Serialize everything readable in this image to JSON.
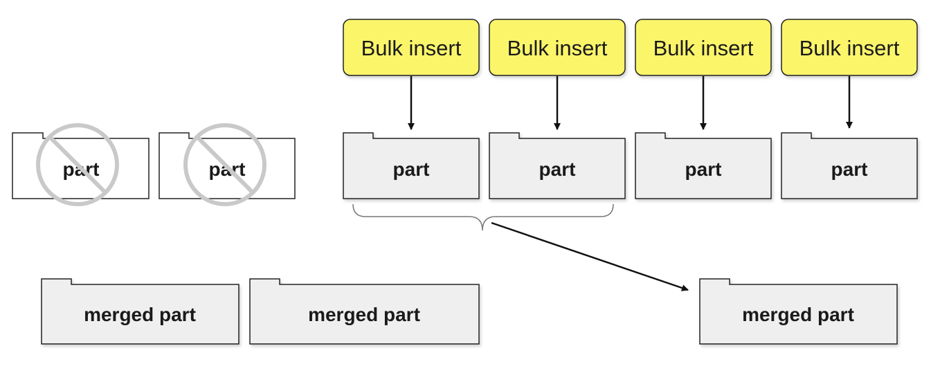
{
  "bulk_inserts": [
    {
      "label": "Bulk insert"
    },
    {
      "label": "Bulk insert"
    },
    {
      "label": "Bulk insert"
    },
    {
      "label": "Bulk insert"
    }
  ],
  "parts": [
    {
      "label": "part",
      "state": "active"
    },
    {
      "label": "part",
      "state": "active"
    },
    {
      "label": "part",
      "state": "active"
    },
    {
      "label": "part",
      "state": "active"
    }
  ],
  "removed_parts": [
    {
      "label": "part",
      "state": "removed",
      "icon": "prohibited-icon"
    },
    {
      "label": "part",
      "state": "removed",
      "icon": "prohibited-icon"
    }
  ],
  "merged_parts": [
    {
      "label": "merged part"
    },
    {
      "label": "merged part"
    },
    {
      "label": "merged part"
    }
  ],
  "colors": {
    "bulk_fill": "#fbf56b",
    "part_fill": "#efefef",
    "removed_part_fill": "#ffffff",
    "stroke": "#222222",
    "brace": "#777777",
    "prohibited": "#c9c9c9"
  }
}
